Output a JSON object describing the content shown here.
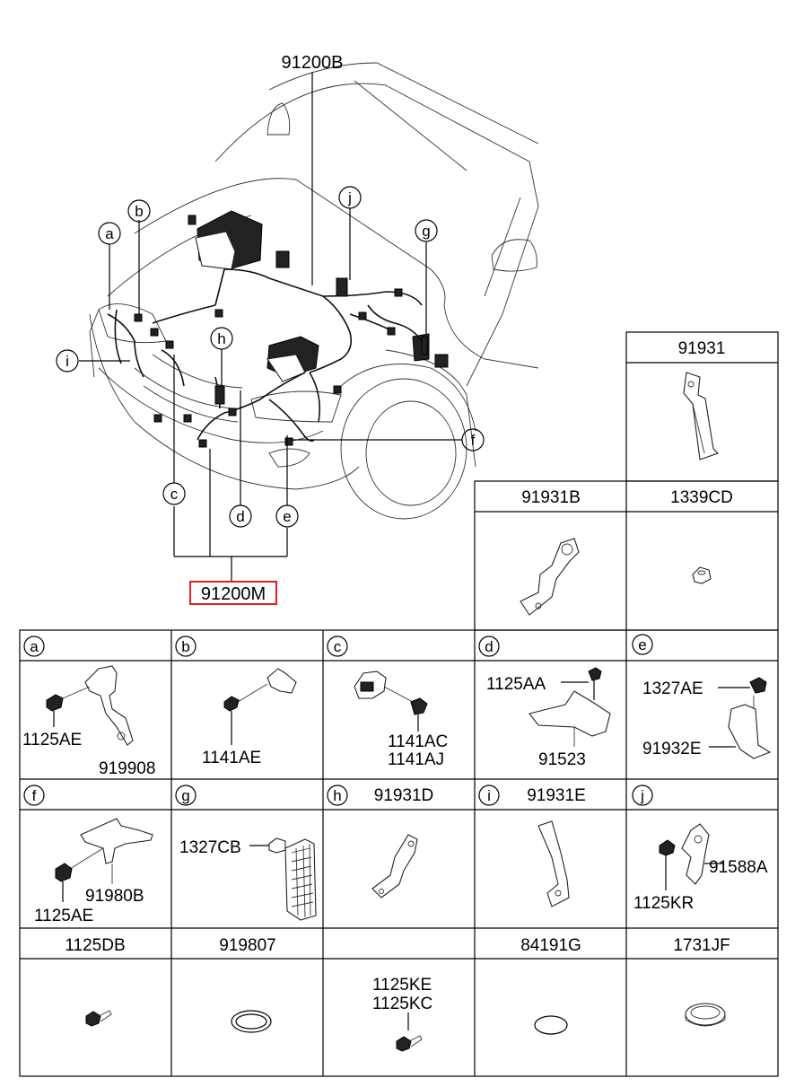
{
  "diagram": {
    "main_parts": {
      "upper": "91200B",
      "lower": "91200M"
    },
    "callouts": [
      "a",
      "b",
      "c",
      "d",
      "e",
      "f",
      "g",
      "h",
      "i",
      "j"
    ],
    "top_right_cells": {
      "c91931": "91931",
      "c91931b": "91931B",
      "c1339cd": "1339CD"
    },
    "row1": {
      "a": {
        "letter": "a",
        "p1": "1125AE",
        "p2": "919908"
      },
      "b": {
        "letter": "b",
        "p1": "1141AE"
      },
      "c": {
        "letter": "c",
        "p1": "1141AC",
        "p2": "1141AJ"
      },
      "d": {
        "letter": "d",
        "p1": "1125AA",
        "p2": "91523"
      },
      "e": {
        "letter": "e",
        "p1": "1327AE",
        "p2": "91932E"
      }
    },
    "row2": {
      "f": {
        "letter": "f",
        "p1": "91980B",
        "p2": "1125AE"
      },
      "g": {
        "letter": "g",
        "p1": "1327CB"
      },
      "h": {
        "letter": "h",
        "header": "91931D"
      },
      "i": {
        "letter": "i",
        "header": "91931E"
      },
      "j": {
        "letter": "j",
        "p1": "91588A",
        "p2": "1125KR"
      }
    },
    "row3": {
      "c1": "1125DB",
      "c2": "919807",
      "c3a": "1125KE",
      "c3b": "1125KC",
      "c4": "84191G",
      "c5": "1731JF"
    },
    "colors": {
      "highlight_box": "#e02020",
      "ink": "#000000"
    }
  }
}
